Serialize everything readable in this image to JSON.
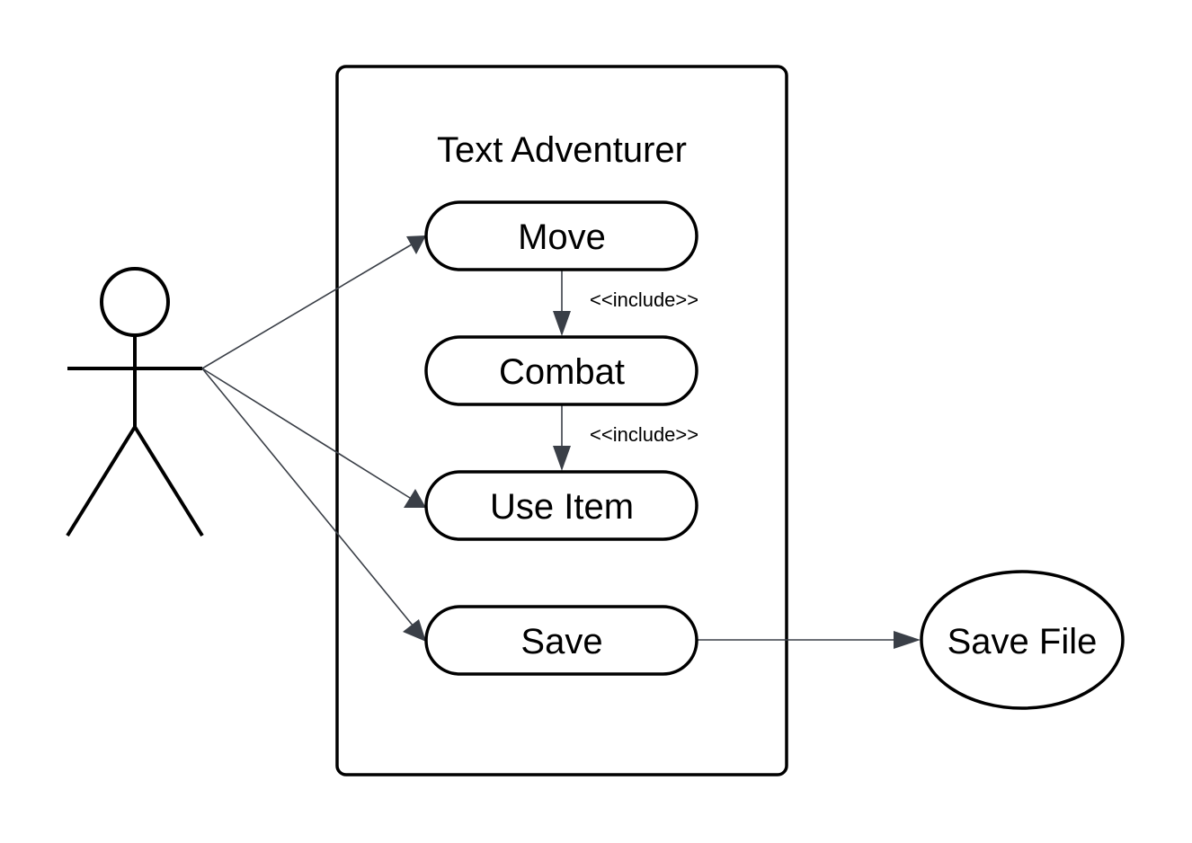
{
  "diagram": {
    "system_title": "Text Adventurer",
    "use_cases": {
      "move": "Move",
      "combat": "Combat",
      "use_item": "Use Item",
      "save": "Save"
    },
    "external": {
      "save_file": "Save File"
    },
    "relations": {
      "move_combat": "<<include>>",
      "combat_use_item": "<<include>>"
    },
    "colors": {
      "stroke": "#000000",
      "connector": "#3a3f47",
      "background": "#ffffff"
    }
  }
}
